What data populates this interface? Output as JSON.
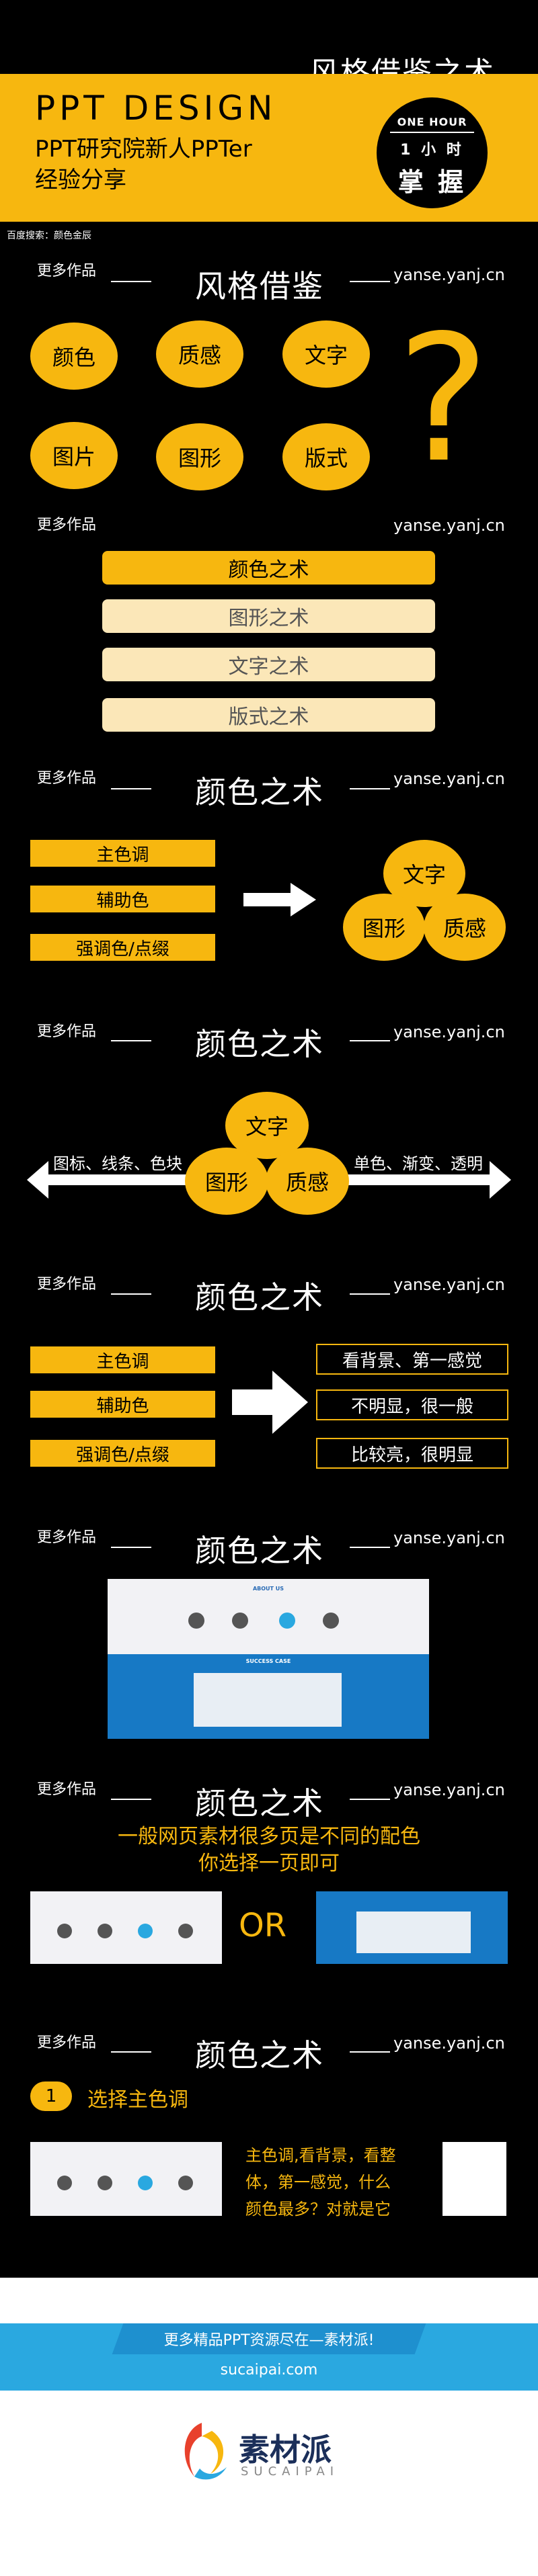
{
  "header": {
    "title": "风格借鉴之术",
    "design": "PPT DESIGN",
    "subtitle1": "PPT研究院新人PPTer",
    "subtitle2": "经验分享",
    "badge": {
      "line1": "ONE HOUR",
      "line2": "1 小 时",
      "line3": "掌 握"
    },
    "baidu": "百度搜索：颜色金辰",
    "accent": "#f7b70f"
  },
  "common": {
    "more": "更多作品",
    "url": "yanse.yanj.cn"
  },
  "s1": {
    "title": "风格借鉴",
    "circles": [
      "颜色",
      "质感",
      "文字",
      "图片",
      "图形",
      "版式"
    ],
    "qmark": "?"
  },
  "s2": {
    "bars": [
      "颜色之术",
      "图形之术",
      "文字之术",
      "版式之术"
    ]
  },
  "s3": {
    "title": "颜色之术",
    "rects": [
      "主色调",
      "辅助色",
      "强调色/点缀"
    ],
    "venn": [
      "文字",
      "图形",
      "质感"
    ]
  },
  "s4": {
    "title": "颜色之术",
    "left": "图标、线条、色块",
    "right": "单色、渐变、透明",
    "venn": [
      "文字",
      "图形",
      "质感"
    ]
  },
  "s5": {
    "title": "颜色之术",
    "left": [
      "主色调",
      "辅助色",
      "强调色/点缀"
    ],
    "right": [
      "看背景、第一感觉",
      "不明显，很一般",
      "比较亮，很明显"
    ]
  },
  "s6": {
    "title": "颜色之术",
    "shot_head": "ABOUT US",
    "shot_mid": "SUCCESS CASE"
  },
  "s7": {
    "title": "颜色之术",
    "line1": "一般网页素材很多页是不同的配色",
    "line2": "你选择一页即可",
    "or": "OR"
  },
  "s8": {
    "title": "颜色之术",
    "num": "1",
    "step": "选择主色调",
    "desc1": "主色调,看背景，看整",
    "desc2": "体，第一感觉，什么",
    "desc3": "颜色最多？对就是它"
  },
  "footer": {
    "line1": "更多精品PPT资源尽在—素材派!",
    "line2": "sucaipai.com",
    "logo": "素材派",
    "logo_sub": "SUCAIPAI"
  }
}
